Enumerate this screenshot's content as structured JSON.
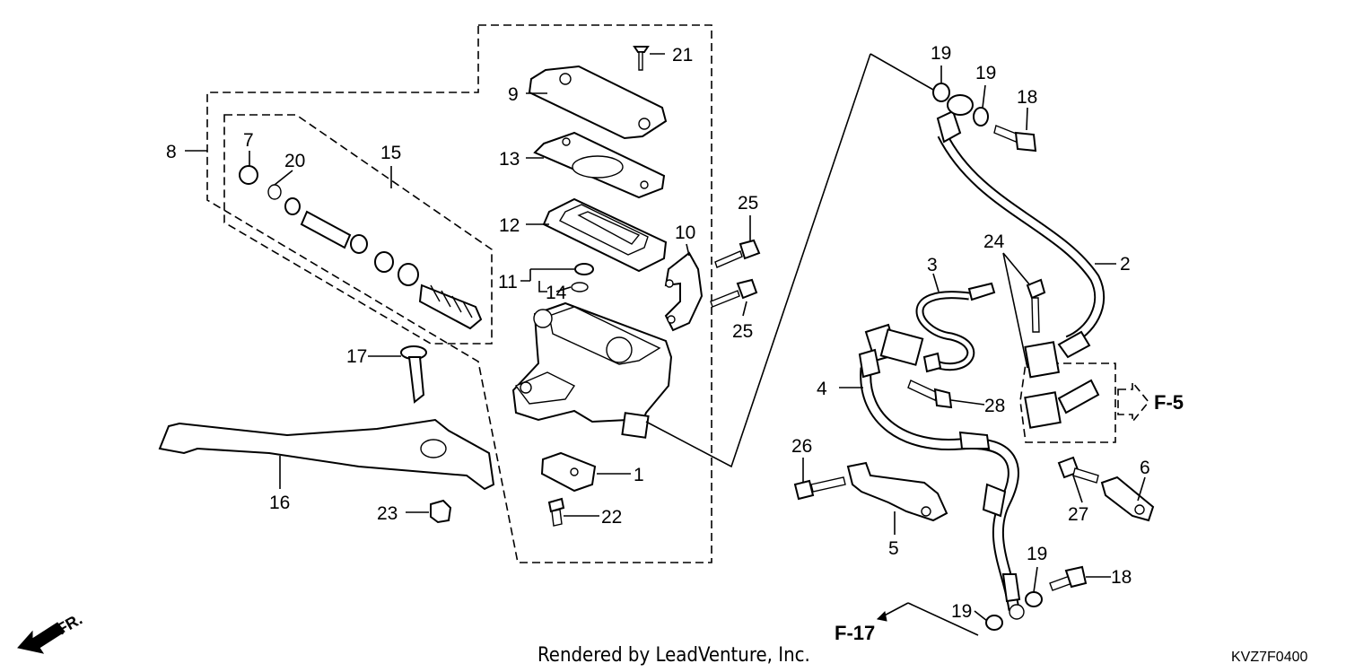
{
  "diagram": {
    "labels": {
      "p1": "1",
      "p2": "2",
      "p3": "3",
      "p4": "4",
      "p5": "5",
      "p6": "6",
      "p7": "7",
      "p8": "8",
      "p9": "9",
      "p10": "10",
      "p11": "11",
      "p12": "12",
      "p13": "13",
      "p14": "14",
      "p15": "15",
      "p16": "16",
      "p17": "17",
      "p18a": "18",
      "p18b": "18",
      "p19a": "19",
      "p19b": "19",
      "p19c": "19",
      "p19d": "19",
      "p20": "20",
      "p21": "21",
      "p22": "22",
      "p23": "23",
      "p24": "24",
      "p25a": "25",
      "p25b": "25",
      "p26": "26",
      "p27": "27",
      "p28": "28"
    },
    "refs": {
      "f5": "F-5",
      "f17": "F-17"
    },
    "front_marker": "FR.",
    "footer_text": "Rendered by LeadVenture, Inc.",
    "diagram_code": "KVZ7F0400"
  }
}
